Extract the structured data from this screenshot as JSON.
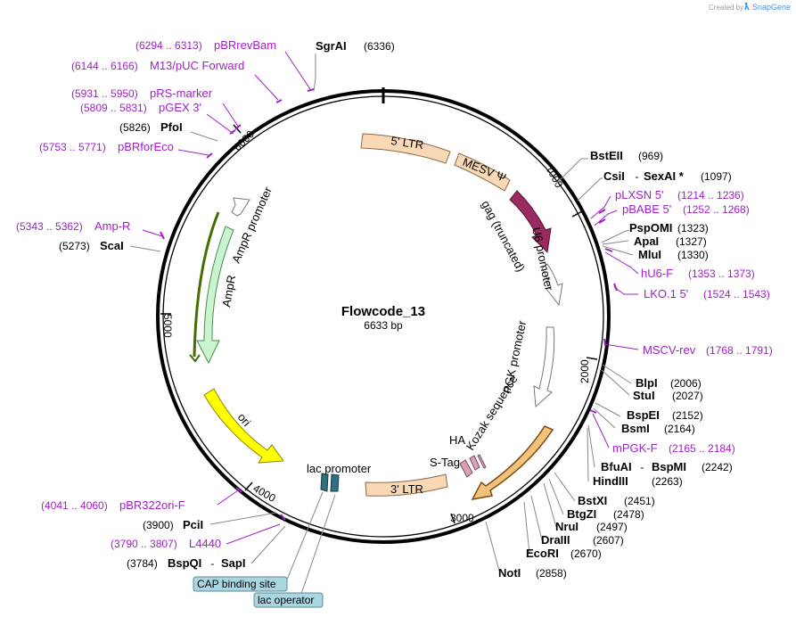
{
  "header": {
    "created_by": "Created by",
    "brand": "SnapGene"
  },
  "plasmid": {
    "name": "Flowcode_13",
    "size": "6633 bp"
  },
  "ticks": [
    "1000",
    "2000",
    "3000",
    "4000",
    "5000",
    "6000"
  ],
  "features": {
    "ltr5": "5' LTR",
    "mesv": "MESV Ψ",
    "gag": "gag (truncated)",
    "u6": "U6 promoter",
    "pgk": "PGK promoter",
    "kozak": "Kozak sequence",
    "ha": "HA",
    "stag": "S-Tag",
    "ltr3": "3' LTR",
    "lac": "lac promoter",
    "ori": "ori",
    "ampr": "AmpR",
    "ampr_prom": "AmpR promoter"
  },
  "sites_right": [
    {
      "name": "BstEII",
      "pos": "(969)"
    },
    {
      "name": "CsiI",
      "sep": " - ",
      "name2": "SexAI *",
      "pos": "(1097)"
    },
    {
      "name": "pLXSN 5'",
      "pos": "(1214 .. 1236)",
      "primer": true
    },
    {
      "name": "pBABE 5'",
      "pos": "(1252 .. 1268)",
      "primer": true
    },
    {
      "name": "PspOMI",
      "pos": "(1323)"
    },
    {
      "name": "ApaI",
      "pos": "(1327)"
    },
    {
      "name": "MluI",
      "pos": "(1330)"
    },
    {
      "name": "hU6-F",
      "pos": "(1353 .. 1373)",
      "primer": true
    },
    {
      "name": "LKO.1 5'",
      "pos": "(1524 .. 1543)",
      "primer": true
    },
    {
      "name": "MSCV-rev",
      "pos": "(1768 .. 1791)",
      "primer": true
    },
    {
      "name": "BlpI",
      "pos": "(2006)"
    },
    {
      "name": "StuI",
      "pos": "(2027)"
    },
    {
      "name": "BspEI",
      "pos": "(2152)"
    },
    {
      "name": "BsmI",
      "pos": "(2164)"
    },
    {
      "name": "mPGK-F",
      "pos": "(2165 .. 2184)",
      "primer": true
    },
    {
      "name": "BfuAI",
      "sep": " - ",
      "name2": "BspMI",
      "pos": "(2242)"
    },
    {
      "name": "HindIII",
      "pos": "(2263)"
    },
    {
      "name": "BstXI",
      "pos": "(2451)"
    },
    {
      "name": "BtgZI",
      "pos": "(2478)"
    },
    {
      "name": "NruI",
      "pos": "(2497)"
    },
    {
      "name": "DraIII",
      "pos": "(2607)"
    },
    {
      "name": "EcoRI",
      "pos": "(2670)"
    },
    {
      "name": "NotI",
      "pos": "(2858)"
    }
  ],
  "sites_left": [
    {
      "name": "SgrAI",
      "pos": "(6336)"
    },
    {
      "name": "pBRrevBam",
      "pos": "(6294 .. 6313)",
      "primer": true
    },
    {
      "name": "M13/pUC Forward",
      "pos": "(6144 .. 6166)",
      "primer": true
    },
    {
      "name": "pRS-marker",
      "pos": "(5931 .. 5950)",
      "primer": true
    },
    {
      "name": "pGEX 3'",
      "pos": "(5809 .. 5831)",
      "primer": true
    },
    {
      "name": "PfoI",
      "pos": "(5826)"
    },
    {
      "name": "pBRforEco",
      "pos": "(5753 .. 5771)",
      "primer": true
    },
    {
      "name": "Amp-R",
      "pos": "(5343 .. 5362)",
      "primer": true
    },
    {
      "name": "ScaI",
      "pos": "(5273)"
    },
    {
      "name": "pBR322ori-F",
      "pos": "(4041 .. 4060)",
      "primer": true
    },
    {
      "name": "PciI",
      "pos": "(3900)"
    },
    {
      "name": "L4440",
      "pos": "(3790 .. 3807)",
      "primer": true
    },
    {
      "name": "BspQI",
      "sep": " - ",
      "name2": "SapI",
      "pos": "(3784)"
    }
  ],
  "boxes": [
    {
      "label": "CAP binding site"
    },
    {
      "label": "lac operator"
    }
  ]
}
